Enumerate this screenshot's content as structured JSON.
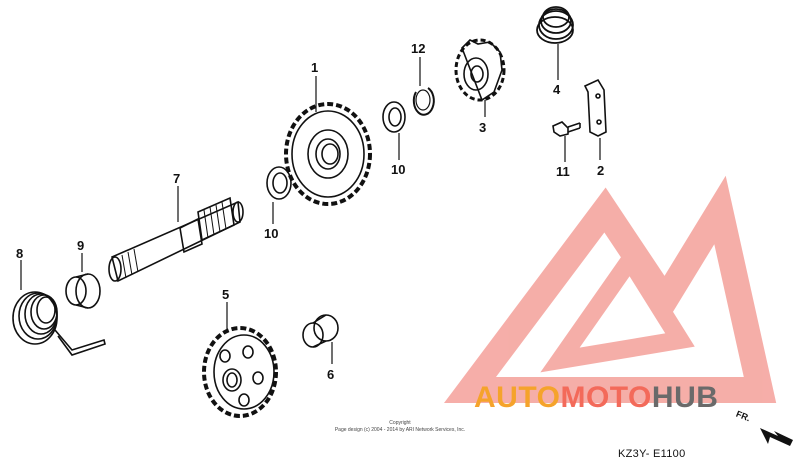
{
  "diagram": {
    "callouts": {
      "c1": "1",
      "c2": "2",
      "c3": "3",
      "c4": "4",
      "c5": "5",
      "c6": "6",
      "c7": "7",
      "c8": "8",
      "c9": "9",
      "c10a": "10",
      "c10b": "10",
      "c11": "11",
      "c12": "12"
    },
    "copyright_line1": "Copyright",
    "copyright_line2": "Page design (c) 2004 - 2014 by ARI Network Services, Inc.",
    "diagram_code": "KZ3Y- E1100",
    "direction_label": "FR."
  },
  "watermark": {
    "text_part1": "AUTO",
    "text_part2": "MOTO",
    "text_part3": "HUB",
    "colors": {
      "orange": "#f5a32b",
      "red": "#f36a5a",
      "gray": "#6a6a6a",
      "logo_red": "#f4a09a"
    }
  }
}
